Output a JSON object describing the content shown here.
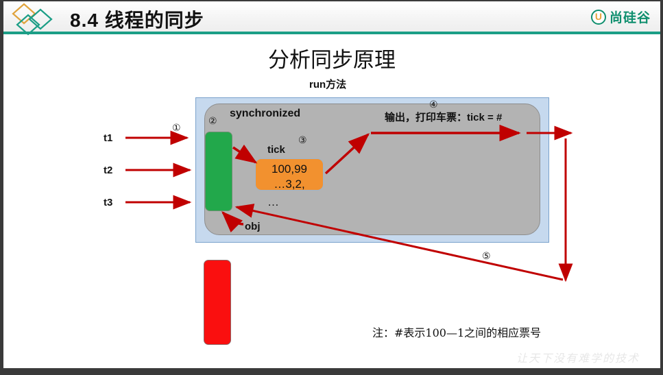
{
  "header": {
    "title": "8.4 线程的同步",
    "logo_icon": "diamonds-logo-icon",
    "brand_mark": "U",
    "brand_text": "尚硅谷",
    "rule_color": "#1c9e86"
  },
  "slide": {
    "main_title": "分析同步原理",
    "sub_title": "run方法",
    "note": "注：#表示100—1之间的相应票号",
    "watermark": "让天下没有难学的技术"
  },
  "diagram": {
    "outer_box_color": "#c6d9ee",
    "inner_box_color": "#b3b3b3",
    "sync_label": "synchronized",
    "output_label": "输出，打印车票：tick = #",
    "obj_label": "obj",
    "tick_label": "tick",
    "tick_value_line1": "100,99",
    "tick_value_line2": "…3,2,",
    "tick_dots": "…",
    "green_bar_color": "#22a84b",
    "tick_box_color": "#f2912f",
    "red_box_color": "#fa0f0f",
    "arrow_color": "#c00000"
  },
  "threads": [
    {
      "label": "t1"
    },
    {
      "label": "t2"
    },
    {
      "label": "t3"
    }
  ],
  "steps": [
    {
      "marker": "①"
    },
    {
      "marker": "②"
    },
    {
      "marker": "③"
    },
    {
      "marker": "④"
    },
    {
      "marker": "⑤"
    }
  ]
}
